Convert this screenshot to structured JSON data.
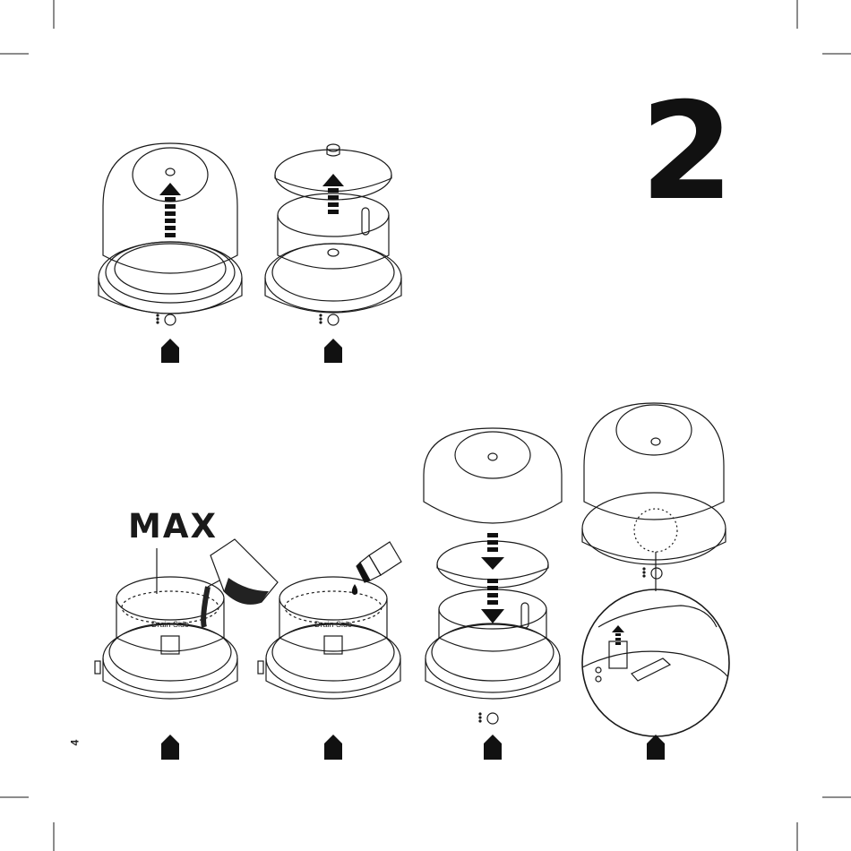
{
  "page": {
    "step_number": "2",
    "page_number": "4"
  },
  "labels": {
    "max": "MAX",
    "drain_side": "Drain Side"
  },
  "colors": {
    "ink": "#1a1a1a",
    "liquid": "#222222",
    "paper": "#ffffff"
  },
  "icons": [
    "up-arrow-icon",
    "down-arrow-icon",
    "step-marker-icon",
    "drop-icon",
    "dotted-circle-icon"
  ]
}
